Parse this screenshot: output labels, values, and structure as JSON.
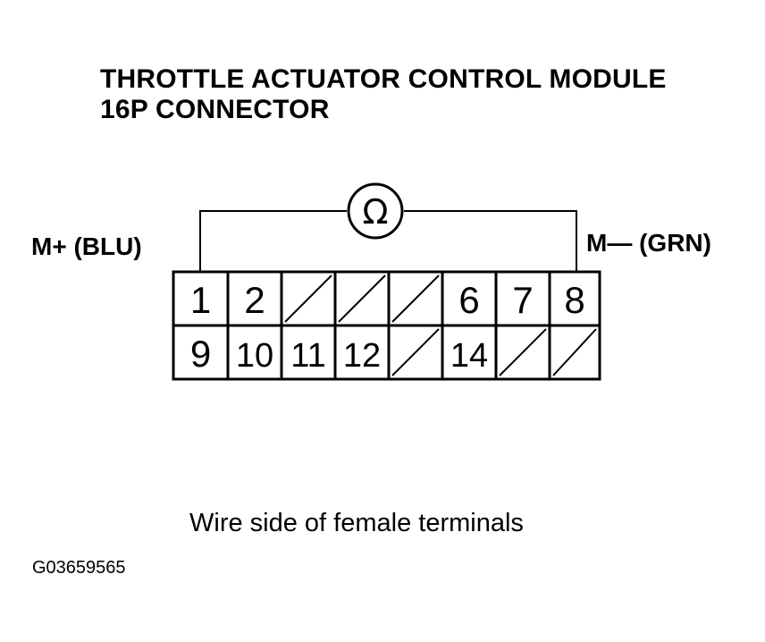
{
  "title": {
    "line1": "THROTTLE ACTUATOR CONTROL MODULE",
    "line2": "16P CONNECTOR"
  },
  "meter": {
    "symbol": "Ω",
    "icon": "ohmmeter-icon"
  },
  "probes": {
    "left": "M+ (BLU)",
    "right": "M— (GRN)"
  },
  "connector": {
    "row1": [
      "1",
      "2",
      "",
      "",
      "",
      "6",
      "7",
      "8"
    ],
    "row2": [
      "9",
      "10",
      "11",
      "12",
      "",
      "14",
      "",
      ""
    ]
  },
  "caption": "Wire side of female terminals",
  "figure_id": "G03659565"
}
